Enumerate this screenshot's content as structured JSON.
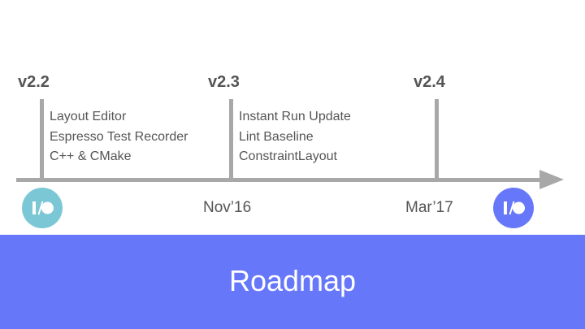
{
  "timeline": {
    "milestones": [
      {
        "version": "v2.2",
        "features": [
          "Layout Editor",
          "Espresso Test Recorder",
          "C++ & CMake"
        ]
      },
      {
        "version": "v2.3",
        "features": [
          "Instant Run Update",
          "Lint Baseline",
          "ConstraintLayout"
        ]
      },
      {
        "version": "v2.4",
        "features": []
      }
    ],
    "dates": [
      "Nov’16",
      "Mar’17"
    ],
    "logos": [
      {
        "icon": "io-logo-icon",
        "color": "#7cc7d6"
      },
      {
        "icon": "io-logo-icon",
        "color": "#6678f9"
      }
    ],
    "axis_color": "#a8a8a8"
  },
  "banner": {
    "title": "Roadmap",
    "color": "#6678f9"
  }
}
